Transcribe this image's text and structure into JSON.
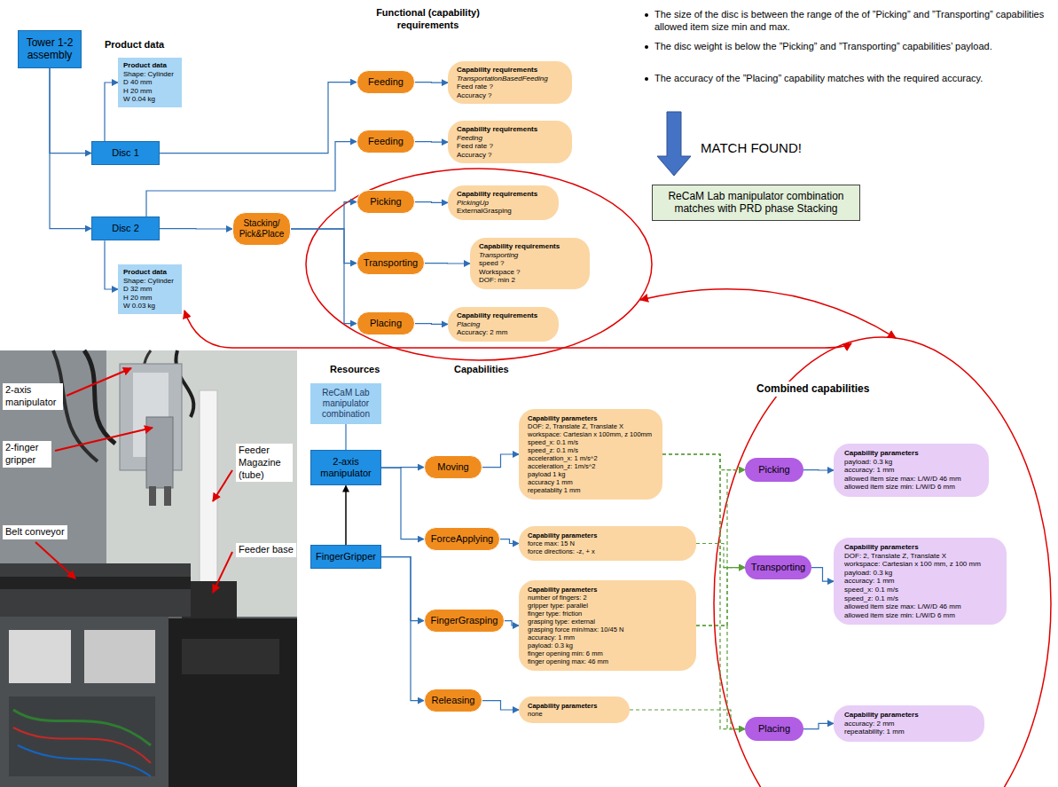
{
  "diagram": {
    "nodes": [
      {
        "text": [
          "Tower 1-2 assembly"
        ]
      },
      {
        "text": [
          "Product data",
          "Shape: Cylinder",
          "D 40 mm",
          "H 20 mm",
          "W 0.04 kg"
        ]
      },
      {
        "text": [
          "Disc 1"
        ]
      },
      {
        "text": [
          "Disc 2"
        ]
      },
      {
        "text": [
          "Product data",
          "Shape: Cylinder",
          "D 32 mm",
          "H 20 mm",
          "W 0.03 kg"
        ]
      },
      {
        "text": [
          "Stacking/ Pick&Place"
        ]
      },
      {
        "text": [
          "Feeding"
        ]
      },
      {
        "text": [
          "Feeding"
        ]
      },
      {
        "text": [
          "Picking"
        ]
      },
      {
        "text": [
          "Transporting"
        ]
      },
      {
        "text": [
          "Placing"
        ]
      },
      {
        "text": [
          "Capability requirements",
          "TransportationBasedFeeding",
          "Feed rate ?",
          "Accuracy ?"
        ]
      },
      {
        "text": [
          "Capability requirements",
          "Feeding",
          "Feed rate ?",
          "Accuracy ?"
        ]
      },
      {
        "text": [
          "Capability requirements",
          "PickingUp",
          "ExternalGrasping"
        ]
      },
      {
        "text": [
          "Capability requirements",
          "Transporting",
          "speed ?",
          "Workspace ?",
          "DOF: min 2"
        ]
      },
      {
        "text": [
          "Capability requirements",
          "Placing",
          "Accuracy: 2 mm"
        ]
      },
      {
        "text": [
          "ReCaM Lab manipulator combination matches with PRD phase Stacking"
        ]
      },
      {
        "text": [
          "ReCaM Lab manipulator combination"
        ]
      },
      {
        "text": [
          "2-axis manipulator"
        ]
      },
      {
        "text": [
          "FingerGripper"
        ]
      },
      {
        "text": [
          "Moving"
        ]
      },
      {
        "text": [
          "ForceApplying"
        ]
      },
      {
        "text": [
          "FingerGrasping"
        ]
      },
      {
        "text": [
          "Releasing"
        ]
      },
      {
        "text": [
          "Capability parameters",
          "DOF: 2, Translate Z, Translate X",
          "workspace: Cartesian x 100mm, z 100mm",
          "speed_x: 0.1 m/s",
          "speed_z: 0.1 m/s",
          "acceleration_x: 1 m/s^2",
          "acceleration_z: 1m/s^2",
          "payload 1 kg",
          "accuracy 1 mm",
          "repeatablity 1 mm"
        ]
      },
      {
        "text": [
          "Capability parameters",
          "force max: 15 N",
          "force directions: -z, + x"
        ]
      },
      {
        "text": [
          "Capability parameters",
          "number of fingers: 2",
          "gripper type: parallel",
          "finger type: friction",
          "grasping type: external",
          "grasping force min/max: 10/45 N",
          "accuracy: 1 mm",
          "payload: 0.3 kg",
          "finger opening min: 6 mm",
          "finger opening max: 46 mm"
        ]
      },
      {
        "text": [
          "Capability parameters",
          "none"
        ]
      },
      {
        "text": [
          "Picking"
        ]
      },
      {
        "text": [
          "Transporting"
        ]
      },
      {
        "text": [
          "Placing"
        ]
      },
      {
        "text": [
          "Capability parameters",
          "payload: 0.3 kg",
          "accuracy: 1 mm",
          "allowed item size max: L/W/D 46 mm",
          "allowed item size min: L/W/D 6 mm"
        ]
      },
      {
        "text": [
          "Capability parameters",
          "DOF: 2, Translate Z, Translate X",
          "workspace: Cartesian x 100 mm, z 100 mm",
          "payload: 0.3 kg",
          "accuracy: 1 mm",
          "speed_x: 0.1 m/s",
          "speed_z: 0.1 m/s",
          "allowed item size max: L/W/D 46 mm",
          "allowed item size min: L/W/D 6 mm"
        ]
      },
      {
        "text": [
          "Capability parameters",
          "accuracy: 2 mm",
          "repeatability: 1 mm"
        ]
      }
    ],
    "edges": [
      {
        "from": 0,
        "to": 2,
        "arrow": "to"
      },
      {
        "from": 0,
        "to": 3,
        "arrow": "to"
      },
      {
        "from": 2,
        "to": 1,
        "arrow": "to"
      },
      {
        "from": 3,
        "to": 4,
        "arrow": "to"
      },
      {
        "from": 2,
        "to": 6,
        "arrow": "to"
      },
      {
        "from": 3,
        "to": 7,
        "arrow": "to"
      },
      {
        "from": 3,
        "to": 5,
        "arrow": "to"
      },
      {
        "from": 5,
        "to": 8,
        "arrow": "to"
      },
      {
        "from": 5,
        "to": 9,
        "arrow": "to"
      },
      {
        "from": 5,
        "to": 10,
        "arrow": "to"
      },
      {
        "from": 6,
        "to": 11,
        "arrow": "to"
      },
      {
        "from": 7,
        "to": 12,
        "arrow": "to"
      },
      {
        "from": 8,
        "to": 13,
        "arrow": "to"
      },
      {
        "from": 9,
        "to": 14,
        "arrow": "to"
      },
      {
        "from": 10,
        "to": 15,
        "arrow": "to"
      },
      {
        "from": 17,
        "to": 18,
        "arrow": "none"
      },
      {
        "from": 19,
        "to": 18,
        "arrow": "to"
      },
      {
        "from": 18,
        "to": 20,
        "arrow": "to"
      },
      {
        "from": 18,
        "to": 21,
        "arrow": "to"
      },
      {
        "from": 19,
        "to": 22,
        "arrow": "to"
      },
      {
        "from": 19,
        "to": 23,
        "arrow": "to"
      },
      {
        "from": 20,
        "to": 24,
        "arrow": "to"
      },
      {
        "from": 21,
        "to": 25,
        "arrow": "to"
      },
      {
        "from": 22,
        "to": 26,
        "arrow": "to"
      },
      {
        "from": 23,
        "to": 27,
        "arrow": "to"
      },
      {
        "from": 24,
        "to": 28,
        "arrow": "to"
      },
      {
        "from": 24,
        "to": 29,
        "arrow": "to"
      },
      {
        "from": 24,
        "to": 30,
        "arrow": "to"
      },
      {
        "from": 25,
        "to": 29,
        "arrow": "to"
      },
      {
        "from": 26,
        "to": 28,
        "arrow": "to"
      },
      {
        "from": 26,
        "to": 29,
        "arrow": "to"
      },
      {
        "from": 26,
        "to": 30,
        "arrow": "to"
      },
      {
        "from": 27,
        "to": 30,
        "arrow": "to"
      },
      {
        "from": 28,
        "to": 31,
        "arrow": "to"
      },
      {
        "from": 29,
        "to": 32,
        "arrow": "to"
      },
      {
        "from": 30,
        "to": 33,
        "arrow": "to"
      }
    ],
    "labels": [
      "Product data",
      "Functional (capability) requirements",
      "The size of the disc is between the range of the of ”Picking” and ”Transporting” capabilities allowed item size min and max.",
      "The disc weight is below the ”Picking” and ”Transporting” capabilities’ payload.",
      "The accuracy of the ”Placing” capability matches with the required accuracy.",
      "MATCH FOUND!",
      "Resources",
      "Capabilities",
      "Combined capabilities",
      "2-axis manipulator",
      "2-finger gripper",
      "Feeder Magazine (tube)",
      "Feeder base",
      "Belt conveyor"
    ]
  }
}
